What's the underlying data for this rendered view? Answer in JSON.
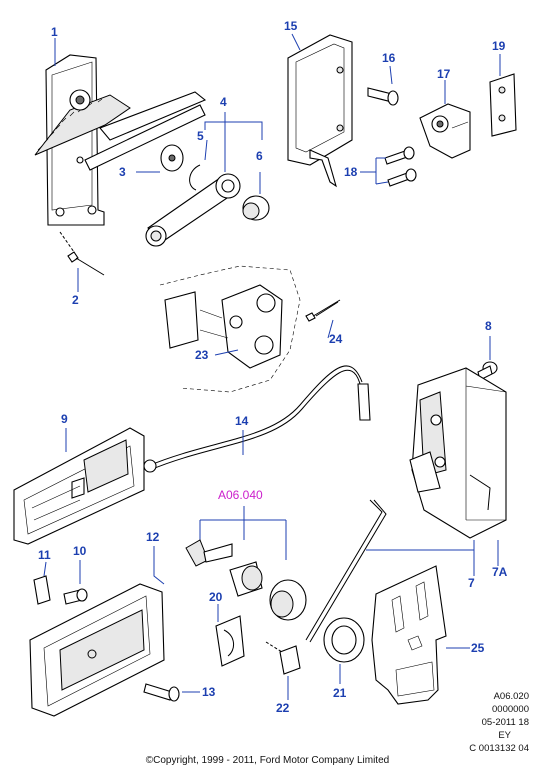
{
  "callouts": {
    "c1": "1",
    "c2": "2",
    "c3": "3",
    "c4": "4",
    "c5": "5",
    "c6": "6",
    "c7": "7",
    "c7a": "7A",
    "c8": "8",
    "c9": "9",
    "c10": "10",
    "c11": "11",
    "c12": "12",
    "c13": "13",
    "c14": "14",
    "c15": "15",
    "c16": "16",
    "c17": "17",
    "c18": "18",
    "c19": "19",
    "c20": "20",
    "c21": "21",
    "c22": "22",
    "c23": "23",
    "c24": "24",
    "c25": "25"
  },
  "reference_label": "A06.040",
  "code_block": [
    "A06.020",
    "0000000",
    "05-2011 18",
    "EY",
    "C 0013132 04"
  ],
  "copyright": "©Copyright, 1999 - 2011, Ford Motor Company Limited",
  "colors": {
    "callout": "#1c3fb0",
    "reference": "#cc1fcc",
    "line": "#000000"
  }
}
